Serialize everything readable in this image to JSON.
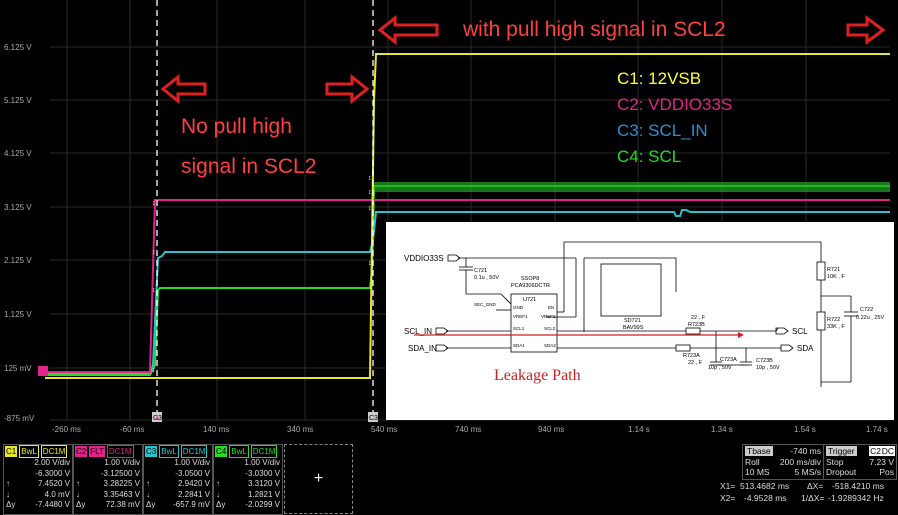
{
  "y_axis_labels": [
    "6.125 V",
    "5.125 V",
    "4.125 V",
    "3.125 V",
    "2.125 V",
    "1.125 V",
    "125 mV",
    "-875 mV"
  ],
  "x_axis_labels": [
    "-260 ms",
    "-60 ms",
    "140 ms",
    "340 ms",
    "540 ms",
    "740 ms",
    "940 ms",
    "1.14 s",
    "1.34 s",
    "1.54 s",
    "1.74 s"
  ],
  "annotations": {
    "no_pull_line1": "No pull high",
    "no_pull_line2": "signal in SCL2",
    "with_pull": "with pull high signal in SCL2",
    "leakage": "Leakage Path"
  },
  "channel_legend": [
    {
      "text": "C1: 12VSB",
      "color": "#ffff33"
    },
    {
      "text": "C2: VDDIO33S",
      "color": "#e0248c"
    },
    {
      "text": "C3: SCL_IN",
      "color": "#2a8fd6"
    },
    {
      "text": "C4: SCL",
      "color": "#22dd22"
    }
  ],
  "channels": [
    {
      "id": "C1",
      "color": "#e8e82a",
      "tag1": "BwL",
      "tag2": "DC1M",
      "vdiv": "2.00 V/div",
      "offset": "-6.3000 V",
      "rows": [
        [
          "↑",
          "7.4520 V"
        ],
        [
          "↓",
          "4.0 mV"
        ],
        [
          "Δy",
          "-7.4480 V"
        ]
      ]
    },
    {
      "id": "C2",
      "color": "#e0248c",
      "tag1": "FLT",
      "tag2": "DC1M",
      "vdiv": "1.00 V/div",
      "offset": "-3.12500 V",
      "rows": [
        [
          "↑",
          "3.28225 V"
        ],
        [
          "↓",
          "3.35463 V"
        ],
        [
          "Δy",
          "72.38 mV"
        ]
      ]
    },
    {
      "id": "C3",
      "color": "#27c3cf",
      "tag1": "BwL",
      "tag2": "DC1M",
      "vdiv": "1.00 V/div",
      "offset": "-3.0500 V",
      "rows": [
        [
          "↑",
          "2.9420 V"
        ],
        [
          "↓",
          "2.2841 V"
        ],
        [
          "Δy",
          "-657.9 mV"
        ]
      ]
    },
    {
      "id": "C4",
      "color": "#22dd22",
      "tag1": "BwL",
      "tag2": "DC1M",
      "vdiv": "1.00 V/div",
      "offset": "-3.0300 V",
      "rows": [
        [
          "↑",
          "3.3120 V"
        ],
        [
          "↓",
          "1.2821 V"
        ],
        [
          "Δy",
          "-2.0299 V"
        ]
      ]
    }
  ],
  "add_button_label": "+",
  "timebase": {
    "label": "Tbase",
    "value": "-740 ms",
    "mode": "Roll",
    "rate": "200 ms/div",
    "samples": "10 MS",
    "srate": "5 MS/s"
  },
  "trigger": {
    "label": "Trigger",
    "badge1": "C2",
    "badge2": "DC",
    "state": "Stop",
    "level": "7.23 V",
    "type": "Dropout",
    "slope": "Pos"
  },
  "cursors": {
    "x1_label": "X1=",
    "x1": "513.4682 ms",
    "dx_label": "ΔX=",
    "dx": "-518.4210 ms",
    "x2_label": "X2=",
    "x2": "-4.9528 ms",
    "inv_label": "1/ΔX=",
    "inv": "-1.9289342 Hz"
  },
  "schematic": {
    "vddio": "VDDIO33S",
    "c721": "C721",
    "c721_val": "0.1u , 50V",
    "ssop": "SSOP8",
    "part": "PCA9306DCTR",
    "u721": "U721",
    "gnd": "GND",
    "en": "EN",
    "vref1": "VREF1",
    "vref2": "VREF2",
    "scl1": "SCL1",
    "scl2": "SCL2",
    "sda1": "SDA1",
    "sda2": "SDA2",
    "sec_gnd": "SEC_GND",
    "sd721": "SD721",
    "bav99s": "BAV99S",
    "r723b_v": "22 , F",
    "r723b": "R723B",
    "r723a": "R723A",
    "r723a_v": "22 , F",
    "c723a": "C723A",
    "c723a_v": "10p , 50V",
    "c723b": "C723B",
    "c723b_v": "10p , 50V",
    "r721": "R721",
    "r721_v": "10K , F",
    "r722": "R722",
    "r722_v": "33K , F",
    "c722": "C722",
    "c722_v": "0.22u , 25V",
    "scl_in": "SCL_IN",
    "sda_in": "SDA_IN",
    "scl": "SCL",
    "sda": "SDA"
  },
  "cursor_markers": [
    "C3",
    "C3"
  ]
}
